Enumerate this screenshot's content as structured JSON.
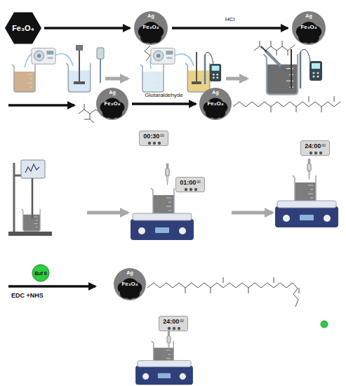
{
  "diagram": {
    "nodes": [
      {
        "text": [
          "Fe₃O₄"
        ]
      },
      {
        "text": [
          "Ag",
          "Fe₃O₄"
        ]
      },
      {
        "text": [
          "Ag",
          "Fe₃O₄"
        ]
      },
      {
        "text": [
          "Ag",
          "Fe₃O₄"
        ]
      },
      {
        "text": [
          "Ag",
          "Fe₃O₄"
        ]
      },
      {
        "text": [
          "00:30",
          "00"
        ]
      },
      {
        "text": [
          "01:00",
          "00"
        ]
      },
      {
        "text": [
          "24:00",
          "00"
        ]
      },
      {
        "text": [
          "Buf II"
        ]
      },
      {
        "text": [
          "Ag",
          "Fe₃O₄"
        ]
      },
      {
        "text": [
          "24:00",
          "00"
        ]
      }
    ],
    "edges": [
      {
        "from": 0,
        "to": 1,
        "arrow": "to"
      },
      {
        "from": 1,
        "to": 2,
        "label": "HCl",
        "arrow": "to"
      },
      {
        "from": 3,
        "to": 4,
        "label": "Glutaraldehyde",
        "arrow": "to"
      }
    ],
    "labels": [
      "EDC +NHS"
    ]
  }
}
